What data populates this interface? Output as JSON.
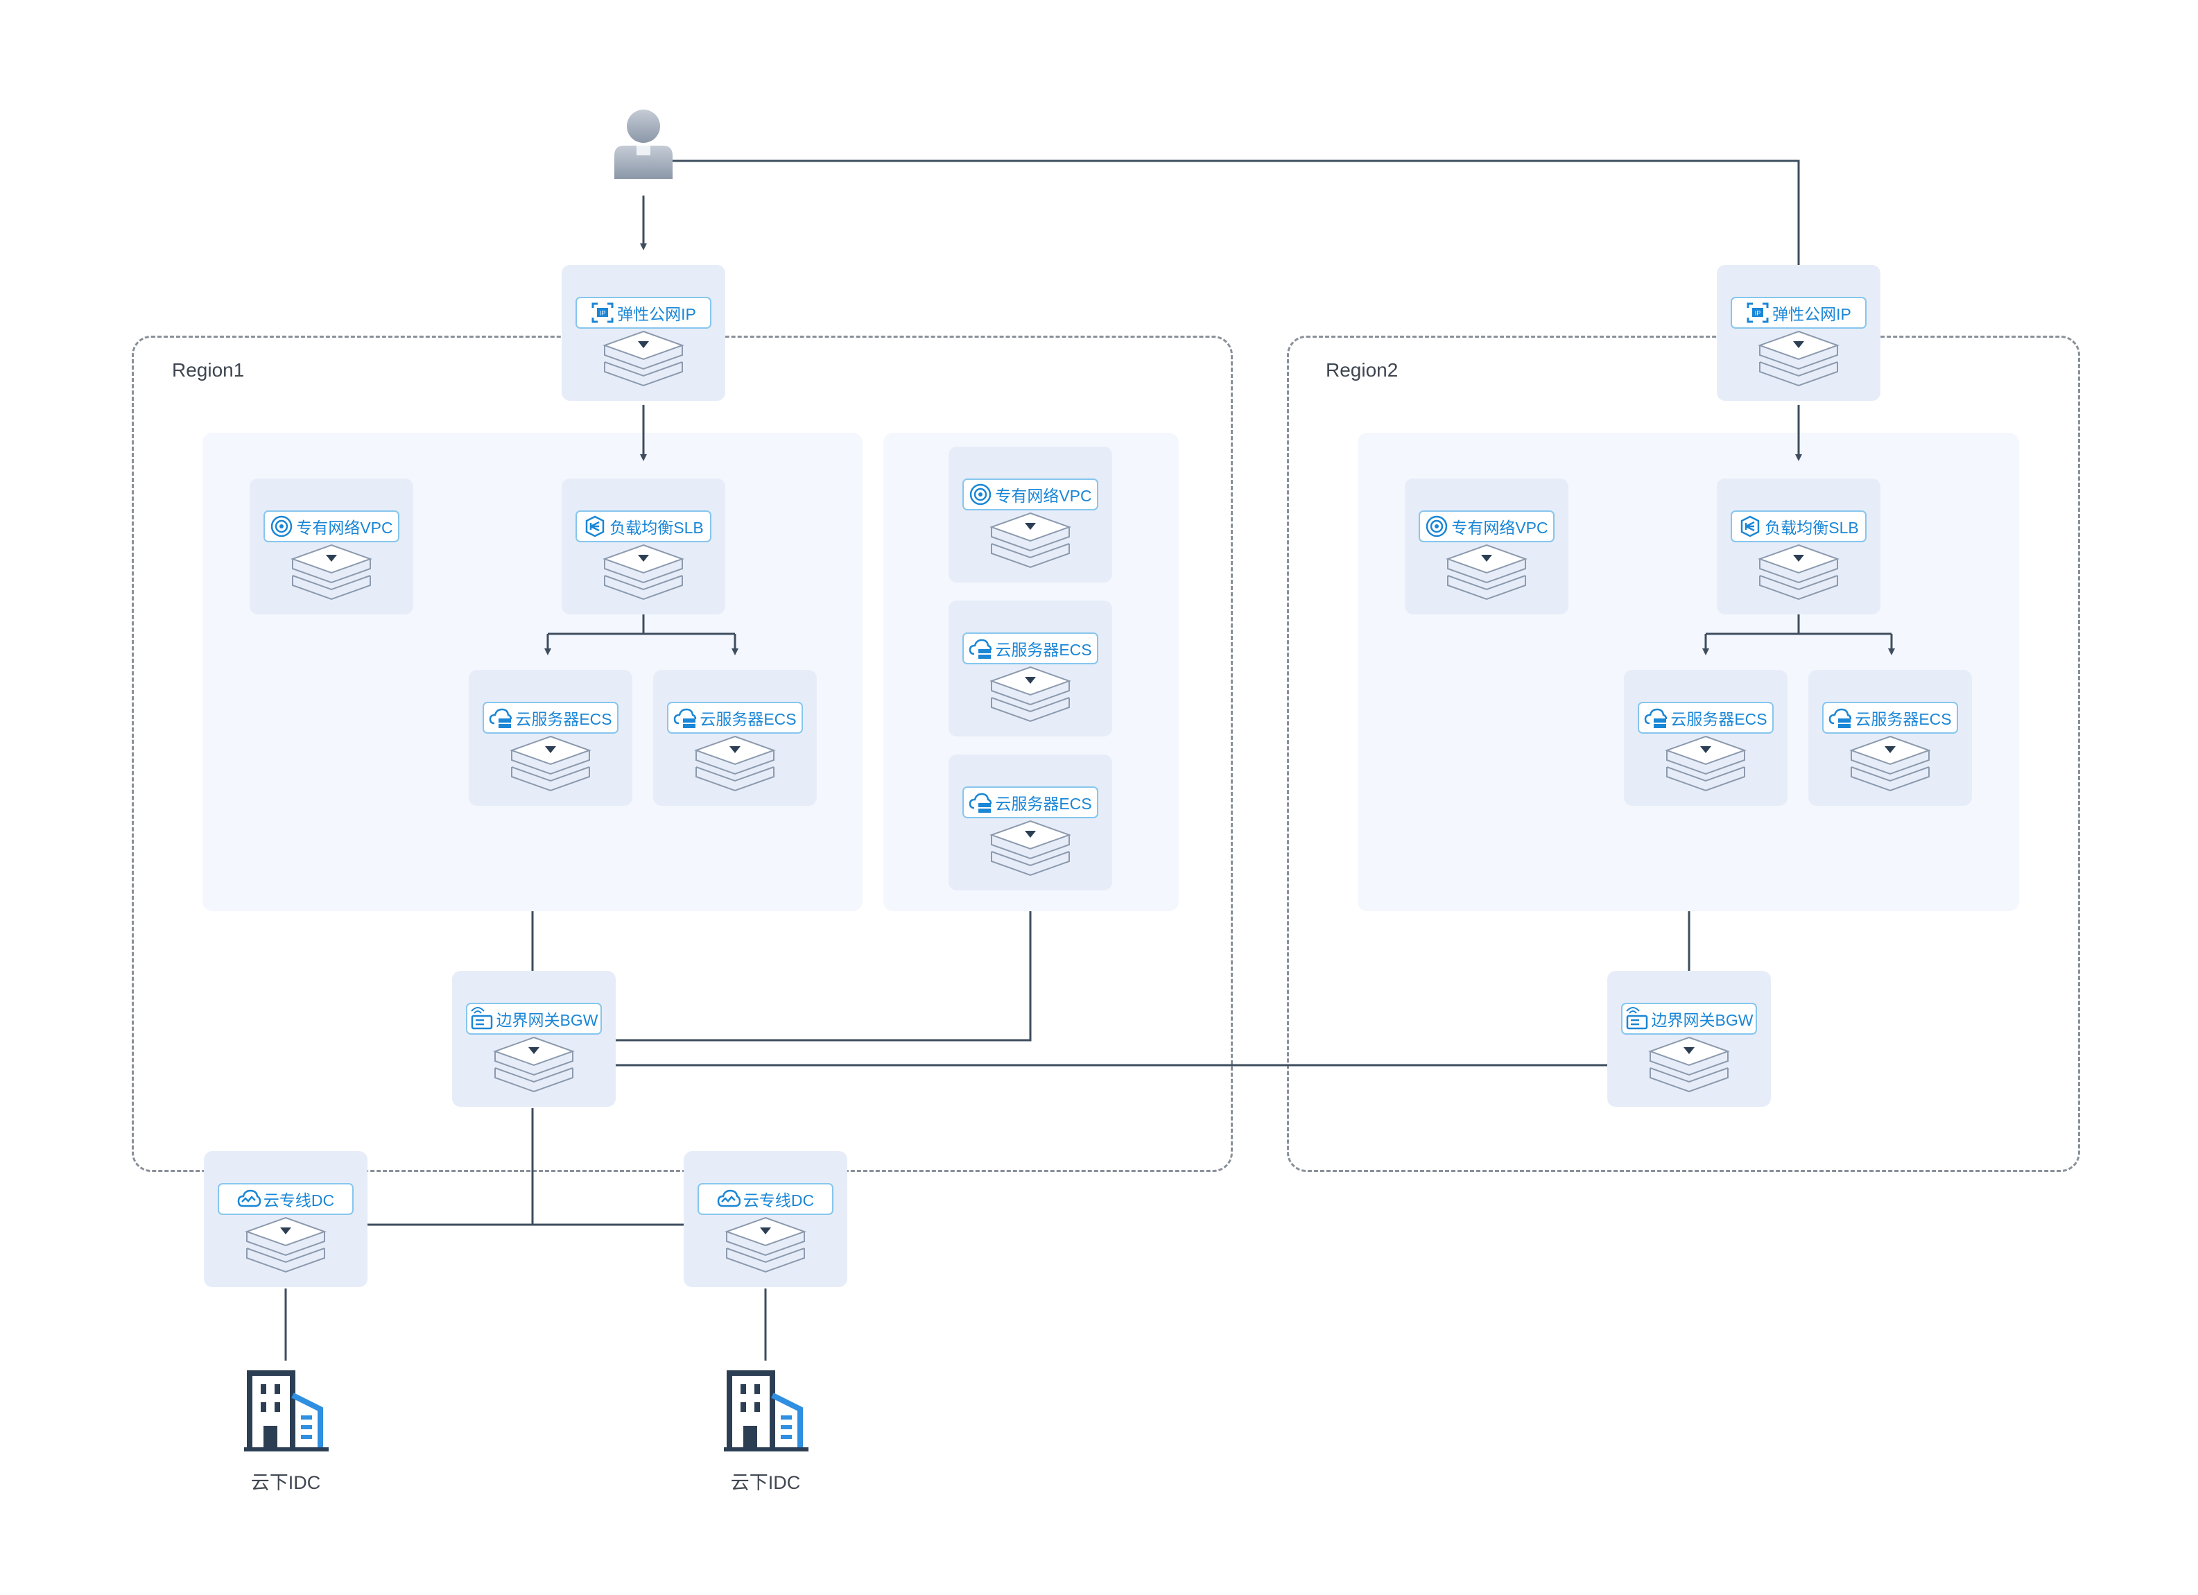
{
  "regions": {
    "region1": {
      "label": "Region1"
    },
    "region2": {
      "label": "Region2"
    }
  },
  "nodes": {
    "eip": "弹性公网IP",
    "vpc": "专有网络VPC",
    "slb": "负载均衡SLB",
    "ecs": "云服务器ECS",
    "bgw": "边界网关BGW",
    "dc": "云专线DC"
  },
  "idc": {
    "left": {
      "label": "云下IDC"
    },
    "right": {
      "label": "云下IDC"
    }
  },
  "colors": {
    "accent": "#1a86d6",
    "chip_border": "#86c6ee",
    "card_bg": "#e7edf8",
    "panel_bg": "#f4f7fd",
    "line": "#3e4d5e",
    "building_dark": "#2c3e54",
    "building_blue": "#2f8fe0"
  },
  "icons": {
    "user": "user-icon",
    "eip": "eip-icon",
    "vpc": "vpc-icon",
    "slb": "slb-icon",
    "ecs": "ecs-cloud-server-icon",
    "bgw": "bgw-gateway-icon",
    "dc": "dc-direct-connect-icon",
    "idc": "building-icon"
  }
}
